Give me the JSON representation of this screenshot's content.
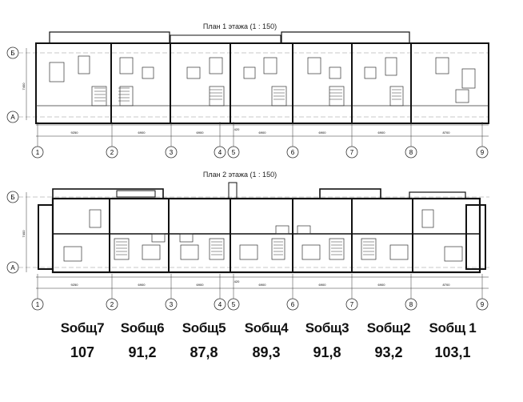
{
  "plan1": {
    "title": "План 1 этажа (1 : 150)",
    "row_axes": [
      "Б",
      "А"
    ],
    "col_axes": [
      "1",
      "2",
      "3",
      "4",
      "5",
      "6",
      "7",
      "8",
      "9"
    ],
    "dims": [
      "9250",
      "6900",
      "6900",
      "6900",
      "6900",
      "6900",
      "8700"
    ],
    "height_dim": "7400",
    "gap_dim": "420"
  },
  "plan2": {
    "title": "План 2 этажа (1 : 150)",
    "row_axes": [
      "Б",
      "А"
    ],
    "col_axes": [
      "1",
      "2",
      "3",
      "4",
      "5",
      "6",
      "7",
      "8",
      "9"
    ],
    "dims": [
      "9250",
      "6900",
      "6900",
      "6900",
      "6900",
      "6900",
      "8700"
    ],
    "height_dim": "7400",
    "gap_dim": "420"
  },
  "areas": [
    {
      "label": "Sобщ7",
      "value": "107"
    },
    {
      "label": "Sобщ6",
      "value": "91,2"
    },
    {
      "label": "Sобщ5",
      "value": "87,8"
    },
    {
      "label": "Sобщ4",
      "value": "89,3"
    },
    {
      "label": "Sобщ3",
      "value": "91,8"
    },
    {
      "label": "Sобщ2",
      "value": "93,2"
    },
    {
      "label": "Sобщ 1",
      "value": "103,1"
    }
  ]
}
